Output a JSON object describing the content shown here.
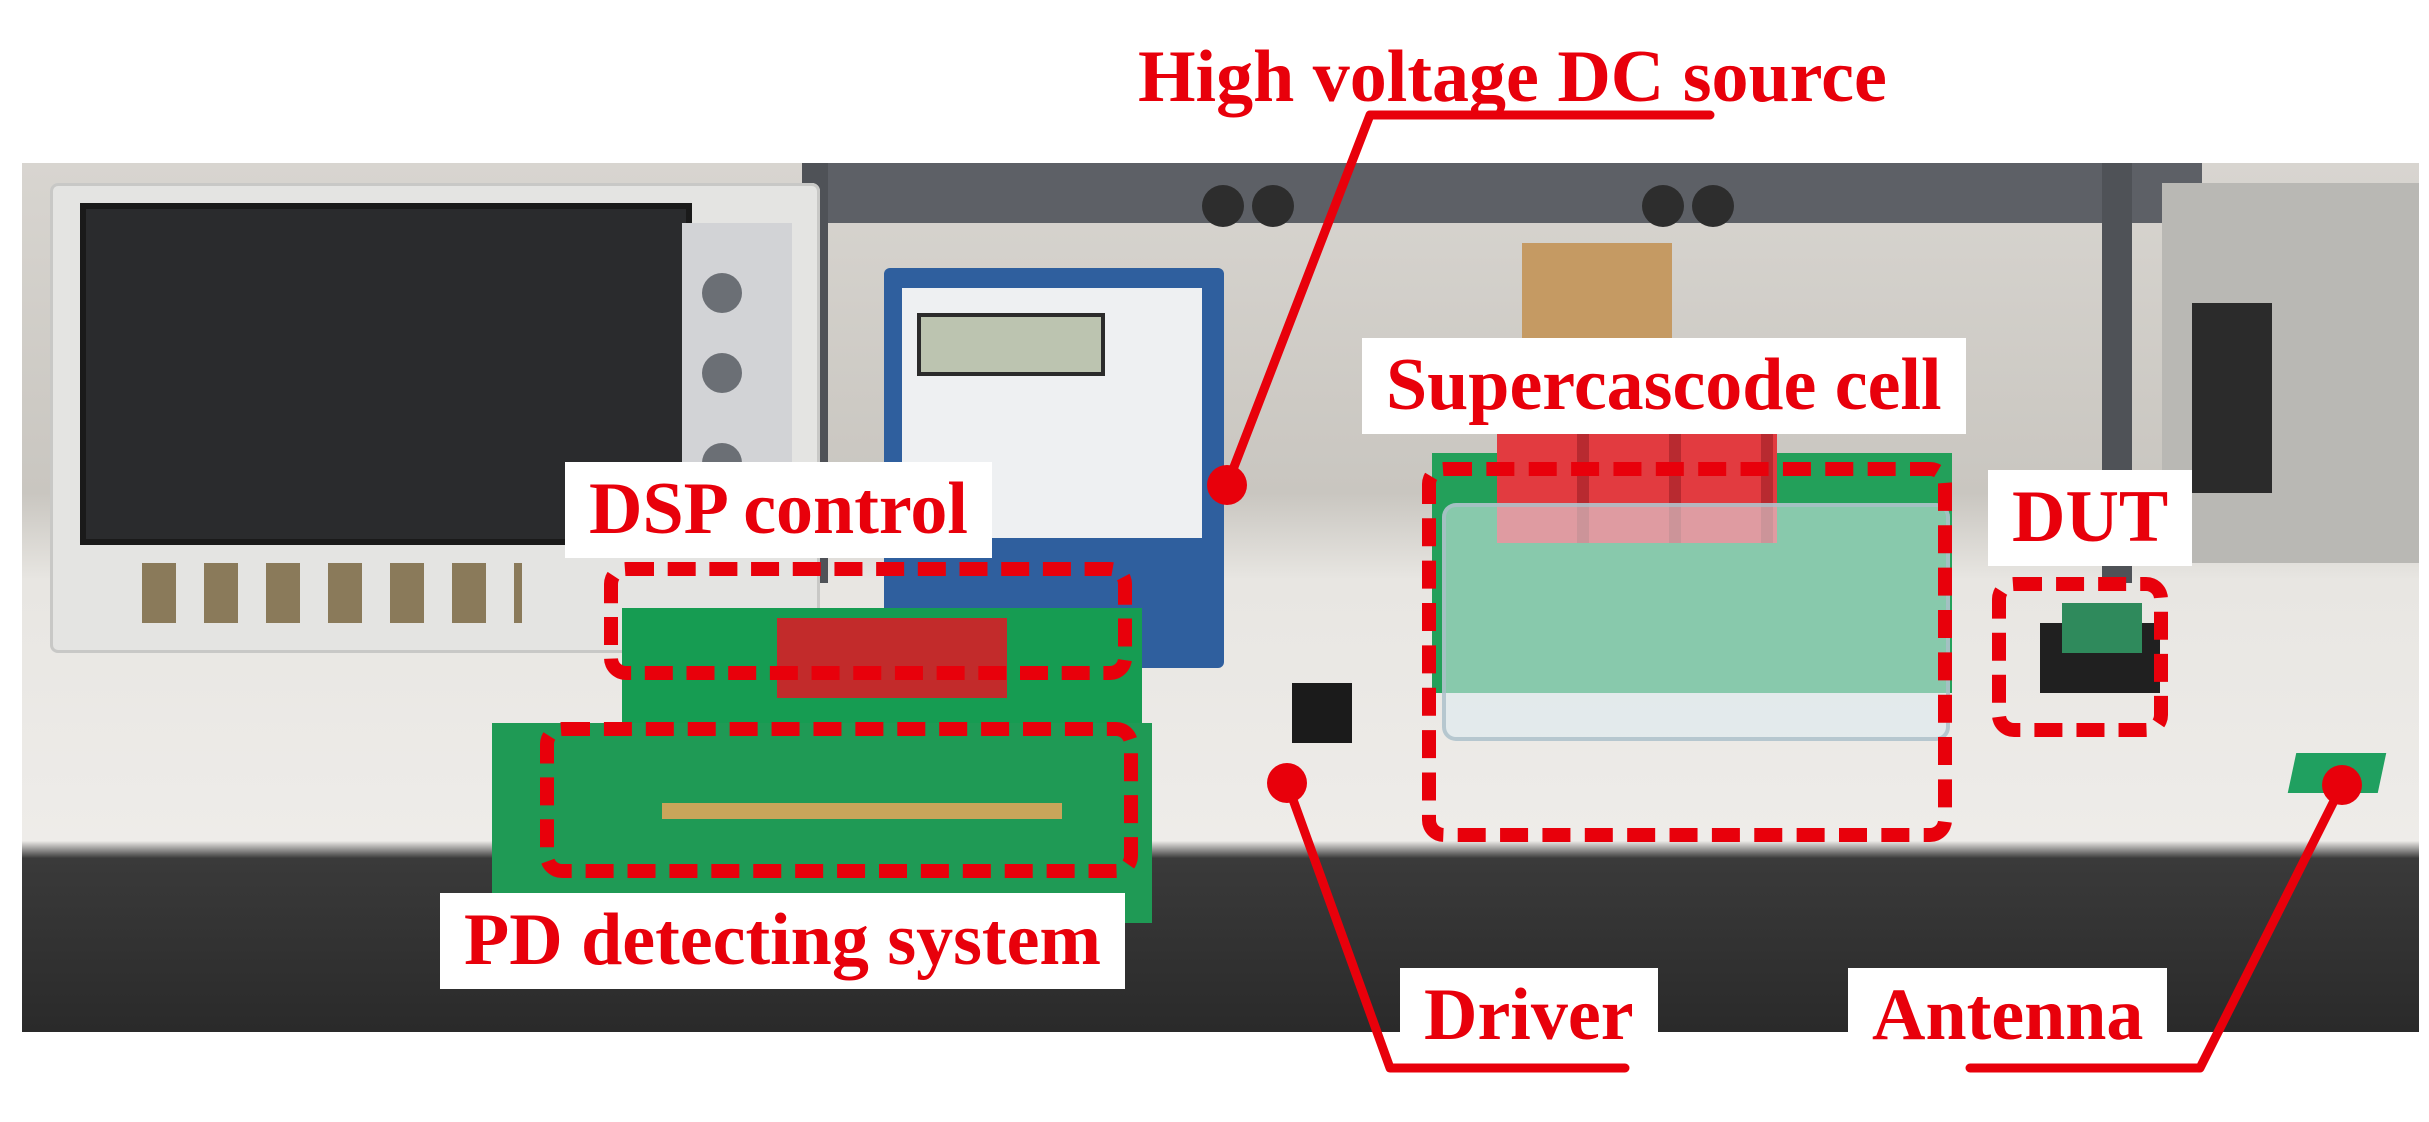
{
  "figure": {
    "labels": {
      "hv_source": "High voltage DC source",
      "supercascode": "Supercascode cell",
      "dsp": "DSP control",
      "dut": "DUT",
      "pd_system": "PD detecting system",
      "driver": "Driver",
      "antenna": "Antenna"
    },
    "colors": {
      "annotation": "#e8000b",
      "label_background": "#ffffff"
    }
  }
}
